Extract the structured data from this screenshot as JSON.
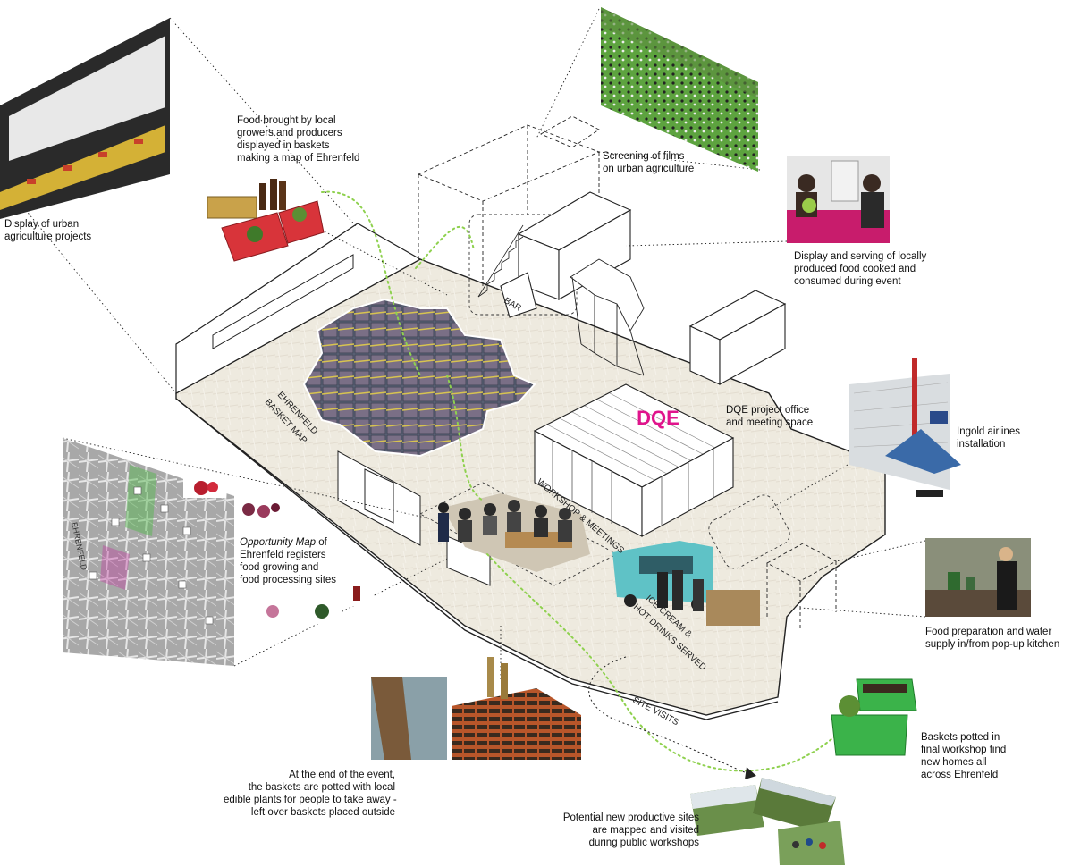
{
  "colors": {
    "floor": "#efeae0",
    "wall": "#ffffff",
    "line": "#222222",
    "green_path": "#8fd14f",
    "dqe_magenta": "#e0148c",
    "map_grey": "#9a9a9a",
    "basket_red": "#d8343a",
    "basket_green": "#3bb34a",
    "van_teal": "#5fc2c6"
  },
  "captions": {
    "display_projects": [
      "Display of urban",
      "agriculture projects"
    ],
    "food_baskets": [
      "Food brought by local",
      "growers and producers",
      "displayed in baskets",
      "making a map of Ehrenfeld"
    ],
    "screening": [
      "Screening of films",
      "on urban agriculture"
    ],
    "display_serving": [
      "Display and serving of locally",
      "produced food cooked and",
      "consumed during event"
    ],
    "dqe_office": [
      "DQE project office",
      "and meeting space"
    ],
    "ingold": [
      "Ingold airlines",
      "installation"
    ],
    "opportunity_title": "Opportunity Map",
    "opportunity_rest": [
      " of",
      "Ehrenfeld registers",
      "food growing and",
      "food processing sites"
    ],
    "food_prep": [
      "Food preparation and water",
      "supply in/from pop-up kitchen"
    ],
    "baskets_potted": [
      "Baskets potted in",
      "final workshop find",
      "new homes all",
      "across Ehrenfeld"
    ],
    "end_of_event": [
      "At the end of the event,",
      "the baskets are potted with local",
      "edible plants for people to take away -",
      "left over baskets placed outside"
    ],
    "potential_sites": [
      "Potential new productive sites",
      "are mapped and visited",
      "during public workshops"
    ]
  },
  "floor_labels": {
    "basket_map": [
      "EHRENFELD",
      "BASKET MAP"
    ],
    "bar": "BAR",
    "workshop": "WORKSHOP & MEETINGS",
    "ice_cream": [
      "ICE CREAM &",
      "HOT DRINKS SERVED"
    ],
    "site_visits": "SITE VISITS"
  },
  "map_label": "EHRENFELD",
  "dqe_logo": "DQE"
}
